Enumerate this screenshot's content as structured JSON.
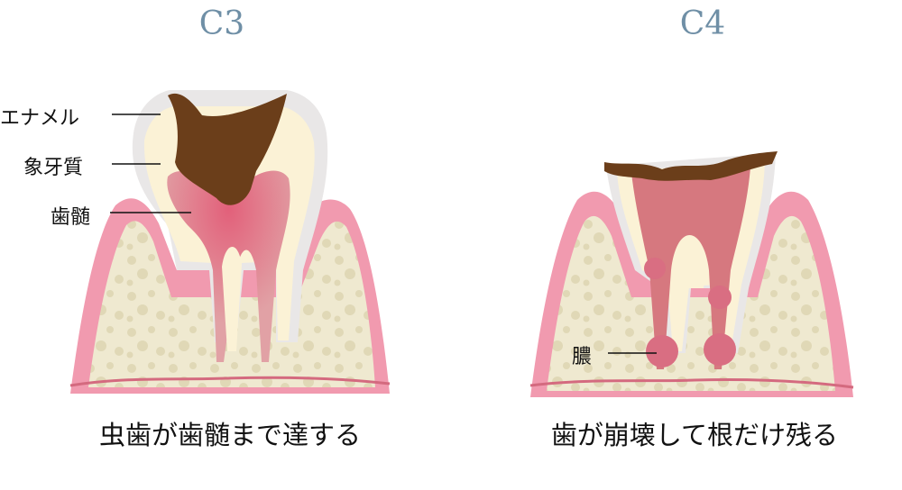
{
  "stages": [
    {
      "title": "C3",
      "caption": "虫歯が歯髄まで達する"
    },
    {
      "title": "C4",
      "caption": "歯が崩壊して根だけ残る"
    }
  ],
  "labels": {
    "enamel": "エナメル",
    "dentin": "象牙質",
    "pulp": "歯髄",
    "pus": "膿"
  },
  "colors": {
    "gum": "#f19aaf",
    "bone": "#efe9d0",
    "enamel": "#e9e7e7",
    "dentin": "#fbf2d6",
    "pulp": "#dc8c91",
    "caries": "#6b3e1a",
    "title": "#6f8fa6"
  }
}
